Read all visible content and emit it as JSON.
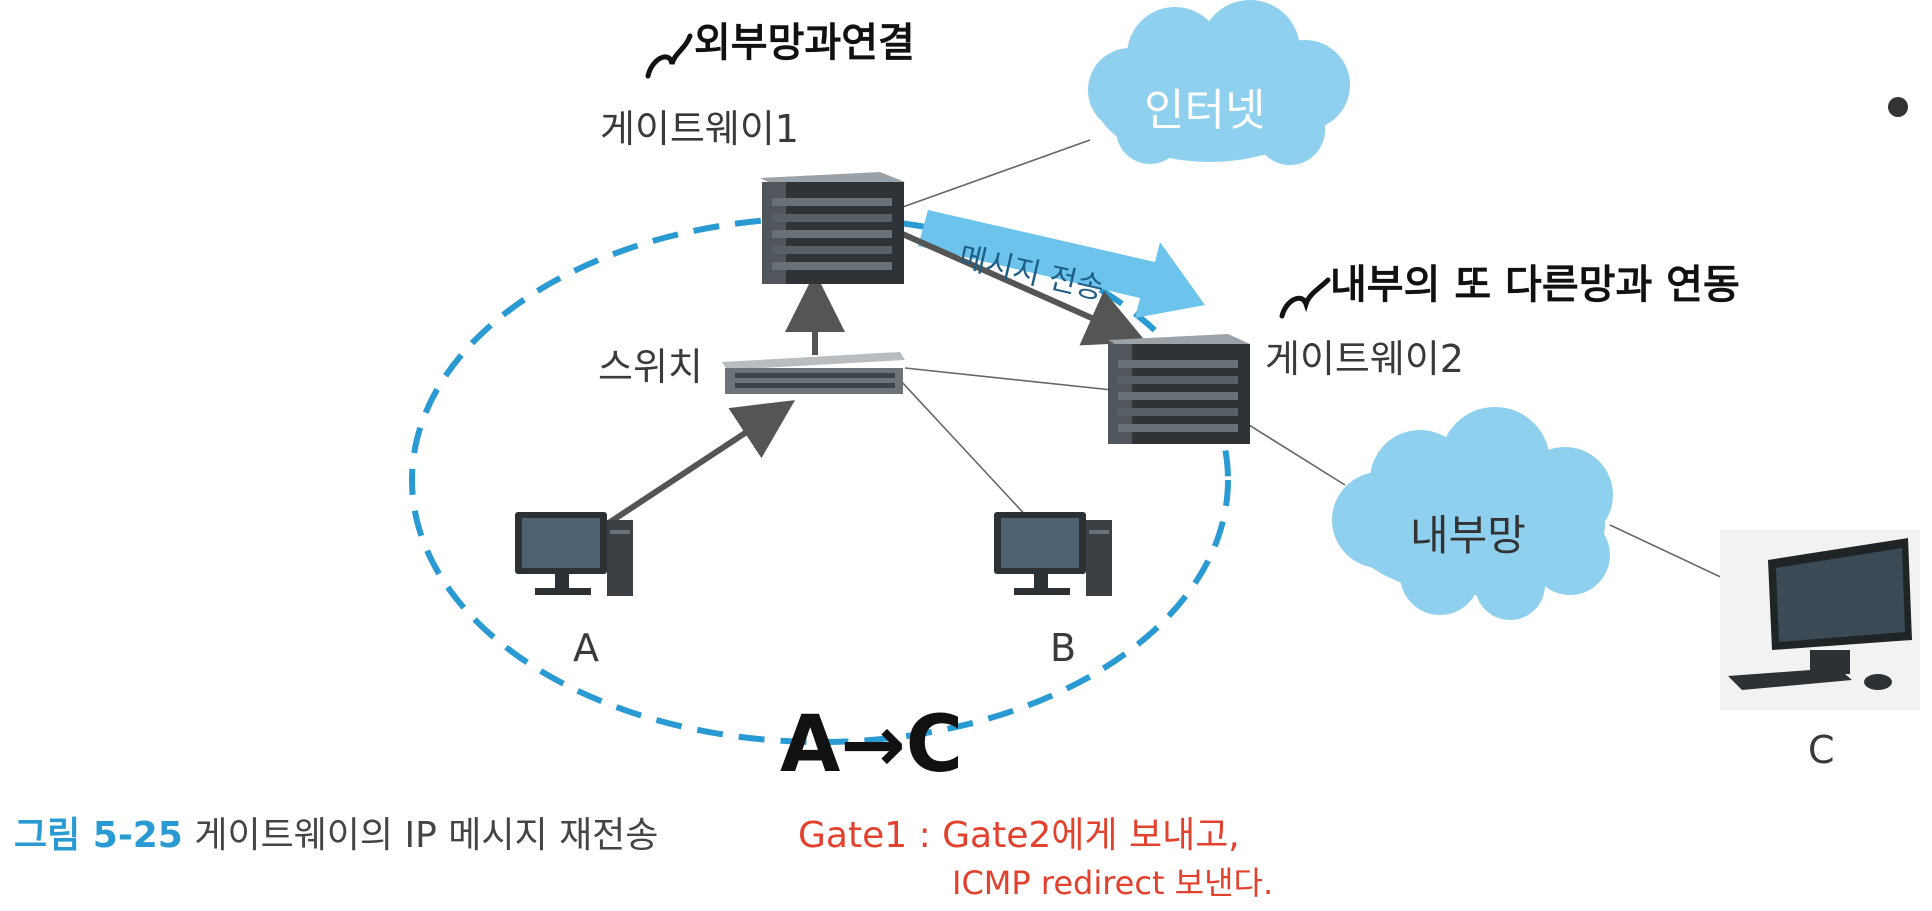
{
  "labels": {
    "gateway1": "게이트웨이1",
    "gateway2": "게이트웨이2",
    "switch": "스위치",
    "internet": "인터넷",
    "internal_net": "내부망",
    "host_a": "A",
    "host_b": "B",
    "host_c": "C",
    "message_arrow": "메시지 전송"
  },
  "annotations": {
    "external_link": "외부망과연결",
    "internal_link": "내부의 또 다른망과 연동",
    "flow": "A→C"
  },
  "caption": {
    "figure_no": "그림 5-25",
    "text": "게이트웨이의 IP 메시지 재전송"
  },
  "notes": {
    "line1": "Gate1 : Gate2에게 보내고,",
    "line2": "ICMP redirect 보낸다."
  },
  "colors": {
    "cloud_fill": "#8ed0ee",
    "dashed_ring": "#2a9bd2",
    "message_arrow": "#6cc4ec",
    "note_red": "#e2412d",
    "caption_blue": "#2a9bd2"
  }
}
